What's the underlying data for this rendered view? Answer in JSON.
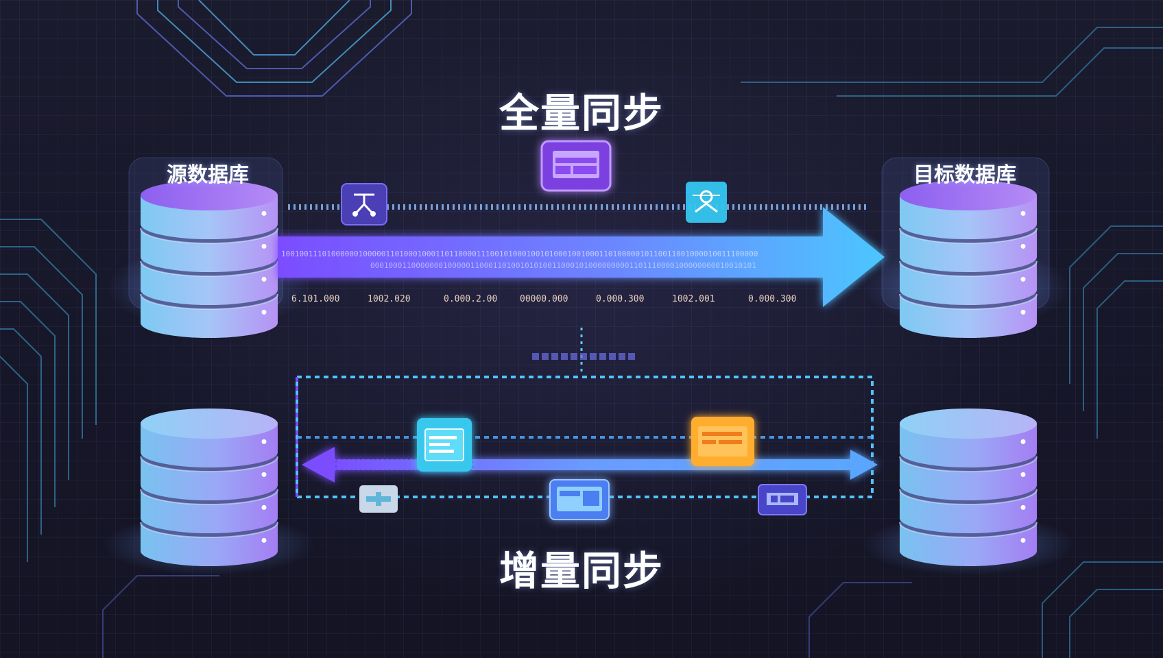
{
  "full_sync": {
    "title": "全量同步",
    "source_label": "源数据库",
    "target_label": "目标数据库",
    "stream_bits": "100100111010000001000001101000100011011000011100101000100101000100100011010000010110011001000010011100000",
    "stream_bits_2": "0001000110000000100000110001101001010100110001010000000001101110000100000000010010101",
    "counters": [
      "6.101.000",
      "1002.020",
      "0.000.2.00",
      "00000.000",
      "0.000.300",
      "1002.001",
      "0.000.300"
    ]
  },
  "incremental_sync": {
    "title": "增量同步"
  },
  "colors": {
    "accent_purple": "#7b4dff",
    "accent_cyan": "#45c8ff",
    "accent_orange": "#ffb43a",
    "db_top": "#8f63f0",
    "db_body": "#8fc8f4"
  },
  "icons": [
    "flow-chart-icon",
    "window-layout-icon",
    "person-scan-icon",
    "document-card-icon",
    "data-card-icon",
    "connector-icon",
    "browser-window-icon",
    "bus-window-icon"
  ]
}
